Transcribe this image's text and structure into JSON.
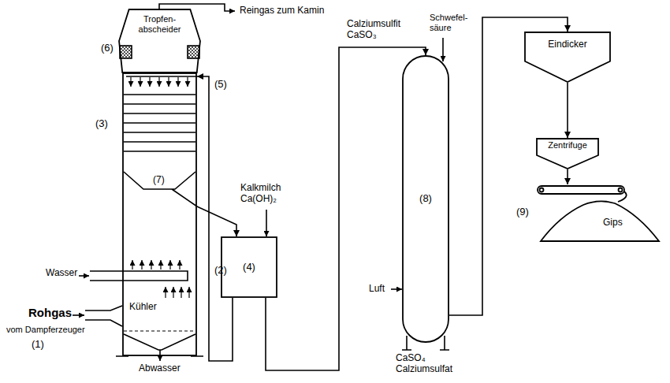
{
  "diagram": {
    "nodes": [
      {
        "text": [
          "Tropfen- abscheider"
        ]
      },
      {
        "text": [
          "(3)"
        ]
      },
      {
        "text": [
          "(4)"
        ]
      },
      {
        "text": [
          "(8)"
        ]
      },
      {
        "text": [
          "Eindicker"
        ]
      },
      {
        "text": [
          "Zentrifuge"
        ]
      },
      {
        "text": [
          "Gips"
        ]
      }
    ],
    "edges": [
      {
        "from": 1,
        "to": 2,
        "arrow": "to"
      },
      {
        "from": 2,
        "to": 1,
        "arrow": "to"
      },
      {
        "from": 2,
        "to": 3,
        "arrow": "to",
        "label": "Calziumsulfit CaSO₃"
      },
      {
        "from": 3,
        "to": 4,
        "arrow": "to",
        "label": "CaSO₄ Calziumsulfat"
      },
      {
        "from": 4,
        "to": 5,
        "arrow": "to"
      },
      {
        "from": 5,
        "to": 6,
        "arrow": "to"
      }
    ],
    "labels": [
      "Reingas zum Kamin",
      "(6)",
      "(5)",
      "(7)",
      "(2)",
      "Wasser",
      "Kühler",
      "Rohgas",
      "vom Dampferzeuger",
      "(1)",
      "Abwasser",
      "Kalkmilch Ca(OH)₂",
      "Schwefel- säure",
      "Luft",
      "(9)"
    ]
  }
}
